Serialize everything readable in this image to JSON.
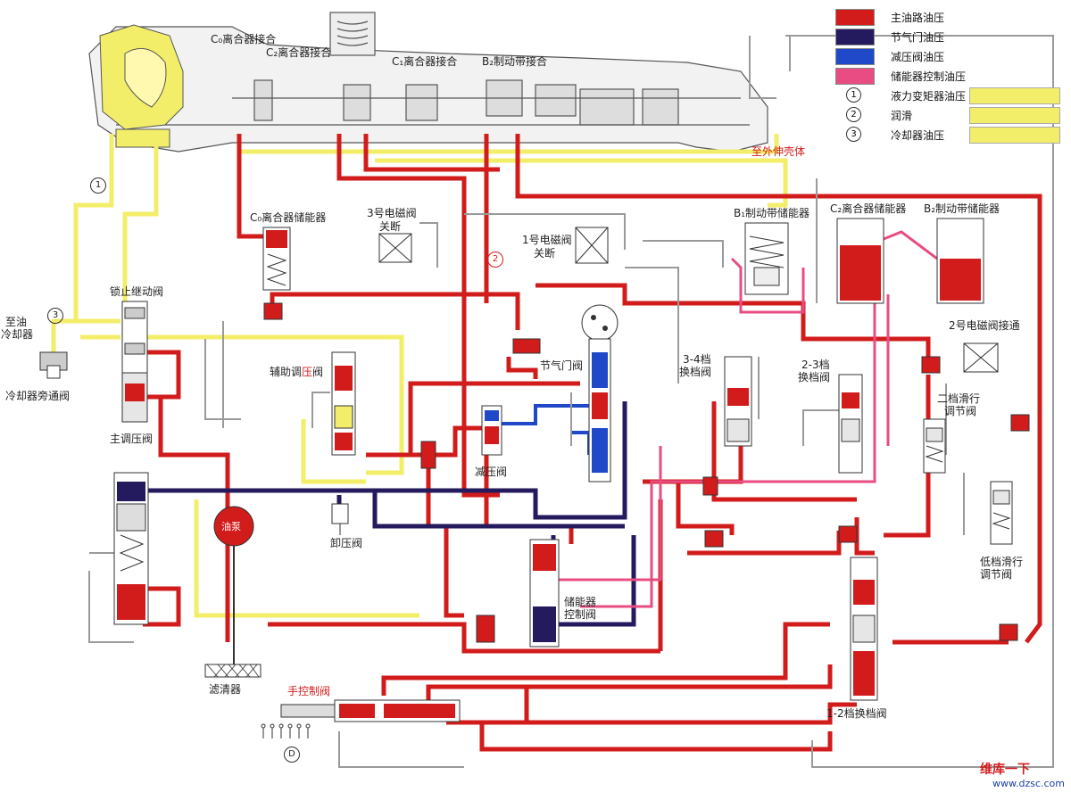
{
  "legend": [
    {
      "label": "主油路油压",
      "color": "#d21c1c"
    },
    {
      "label": "节气门油压",
      "color": "#241a5e"
    },
    {
      "label": "减压阀油压",
      "color": "#1f49c9"
    },
    {
      "label": "储能器控制油压",
      "color": "#e84c83"
    },
    {
      "num": "1",
      "label": "液力变矩器油压",
      "color": "#f3ee6a"
    },
    {
      "num": "2",
      "label": "润滑",
      "color": "#f3ee6a"
    },
    {
      "num": "3",
      "label": "冷却器油压",
      "color": "#f3ee6a"
    }
  ],
  "labels": {
    "c0_clutch_engage": "C₀离合器接合",
    "c2_clutch_engage": "C₂离合器接合",
    "c1_clutch_engage": "C₁离合器接合",
    "b2_band_engage": "B₂制动带接合",
    "to_extension_housing": "至外伸壳体",
    "c0_accumulator": "C₀离合器储能器",
    "sol3_off_l1": "3号电磁阀",
    "sol3_off_l2": "关断",
    "sol1_off_l1": "1号电磁阀",
    "sol1_off_l2": "关断",
    "b1_accumulator": "B₁制动带储能器",
    "c2_accumulator": "C₂离合器储能器",
    "b2_accumulator": "B₂制动带储能器",
    "sol2_on": "2号电磁阀接通",
    "lockup_relay": "锁止继动阀",
    "to_oil_cooler_l1": "至油",
    "to_oil_cooler_l2": "冷却器",
    "cooler_bypass": "冷却器旁通阀",
    "primary_regulator": "主调压阀",
    "secondary_regulator_a": "辅助调",
    "secondary_regulator_b": "压",
    "secondary_regulator_c": "阀",
    "throttle_valve": "节气门阀",
    "shift_34_l1": "3-4档",
    "shift_34_l2": "换档阀",
    "shift_23_l1": "2-3档",
    "shift_23_l2": "换档阀",
    "second_coast_l1": "二档滑行",
    "second_coast_l2": "调节阀",
    "reducing_valve": "减压阀",
    "oil_pump": "油泵",
    "relief_valve": "卸压阀",
    "accum_control_l1": "储能器",
    "accum_control_l2": "控制阀",
    "low_coast_l1": "低档滑行",
    "low_coast_l2": "调节阀",
    "strainer": "滤清器",
    "manual_valve": "手控制阀",
    "shift_12": "1-2档换档阀",
    "circle_1": "1",
    "circle_2": "2",
    "circle_3": "3",
    "circle_d": "D"
  },
  "watermark": {
    "site_cn": "维库一下",
    "url": "www.dzsc.com"
  },
  "colors": {
    "line": "#d21c1c",
    "throttle": "#241a5e",
    "reducing": "#1f49c9",
    "accum": "#e84c83",
    "yellow": "#f3ee6a",
    "drain": "#7a7a7a"
  }
}
